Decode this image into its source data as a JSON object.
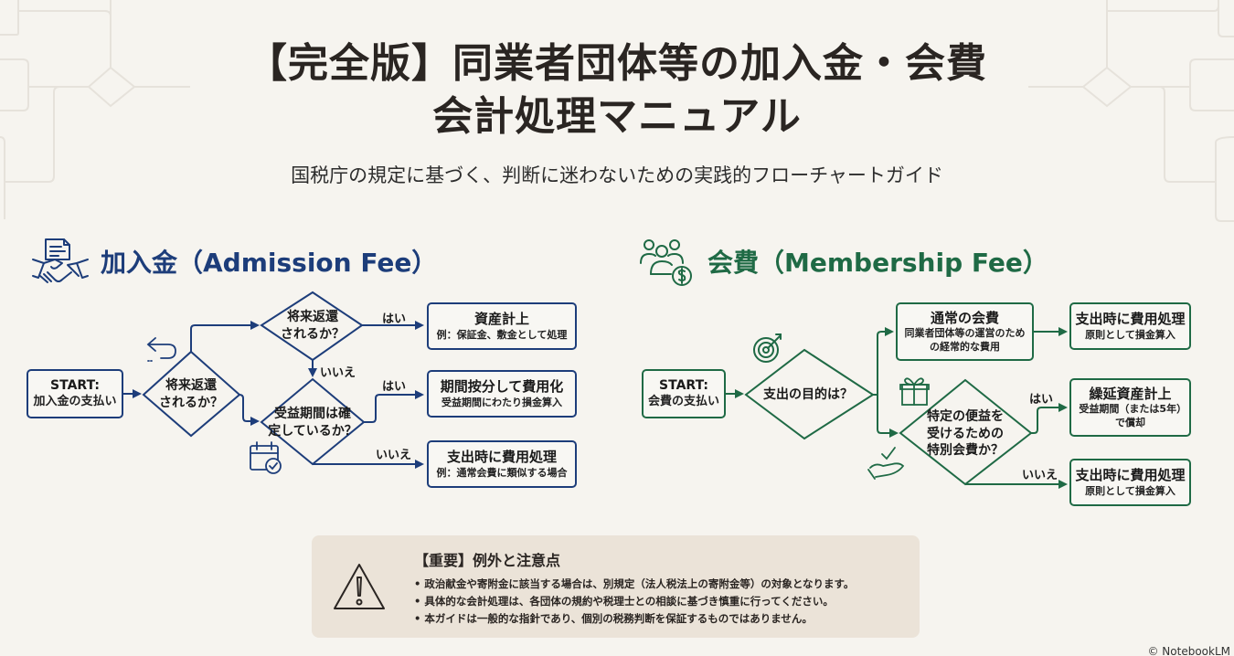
{
  "header": {
    "title_line1": "【完全版】同業者団体等の加入金・会費",
    "title_line2": "会計処理マニュアル",
    "subtitle": "国税庁の規定に基づく、判断に迷わないための実践的フローチャートガイド"
  },
  "colors": {
    "background": "#f6f4ef",
    "admission_accent": "#1d3d7a",
    "membership_accent": "#1f6a45",
    "notice_bg": "#ebe3d8"
  },
  "admission": {
    "heading": "加入金（Admission Fee）",
    "icon": "handshake-document-icon",
    "start": {
      "title": "START:",
      "text": "加入金の支払い"
    },
    "decision1": "将来返還\nされるか？",
    "decision1b": "将来返還\nされるか？",
    "decision2": "受益期間は確\n定しているか？",
    "edge_yes": "はい",
    "edge_no": "いいえ",
    "results": [
      {
        "title": "資産計上",
        "sub": "例：保証金、敷金として処理"
      },
      {
        "title": "期間按分して費用化",
        "sub": "受益期間にわたり損金算入"
      },
      {
        "title": "支出時に費用処理",
        "sub": "例：通常会費に類似する場合"
      }
    ],
    "decor_icons": [
      "return-arrow-icon",
      "calendar-check-icon"
    ]
  },
  "membership": {
    "heading": "会費（Membership Fee）",
    "icon": "group-dollar-icon",
    "start": {
      "title": "START:",
      "text": "会費の支払い"
    },
    "decision1": "支出の目的は？",
    "ordinary": {
      "title": "通常の会費",
      "sub": "同業者団体等の運営のための経常的な費用"
    },
    "decision2": "特定の便益を\n受けるための\n特別会費か？",
    "edge_yes": "はい",
    "edge_no": "いいえ",
    "results": [
      {
        "title": "支出時に費用処理",
        "sub": "原則として損金算入"
      },
      {
        "title": "繰延資産計上",
        "sub": "受益期間（または5年）で償却"
      },
      {
        "title": "支出時に費用処理",
        "sub": "原則として損金算入"
      }
    ],
    "decor_icons": [
      "target-icon",
      "gift-icon",
      "hand-check-icon"
    ]
  },
  "notice": {
    "title": "【重要】例外と注意点",
    "icon": "warning-icon",
    "items": [
      "政治献金や寄附金に該当する場合は、別規定（法人税法上の寄附金等）の対象となります。",
      "具体的な会計処理は、各団体の規約や税理士との相談に基づき慎重に行ってください。",
      "本ガイドは一般的な指針であり、個別の税務判断を保証するものではありません。"
    ]
  },
  "footer": {
    "credit": "© NotebookLM"
  }
}
